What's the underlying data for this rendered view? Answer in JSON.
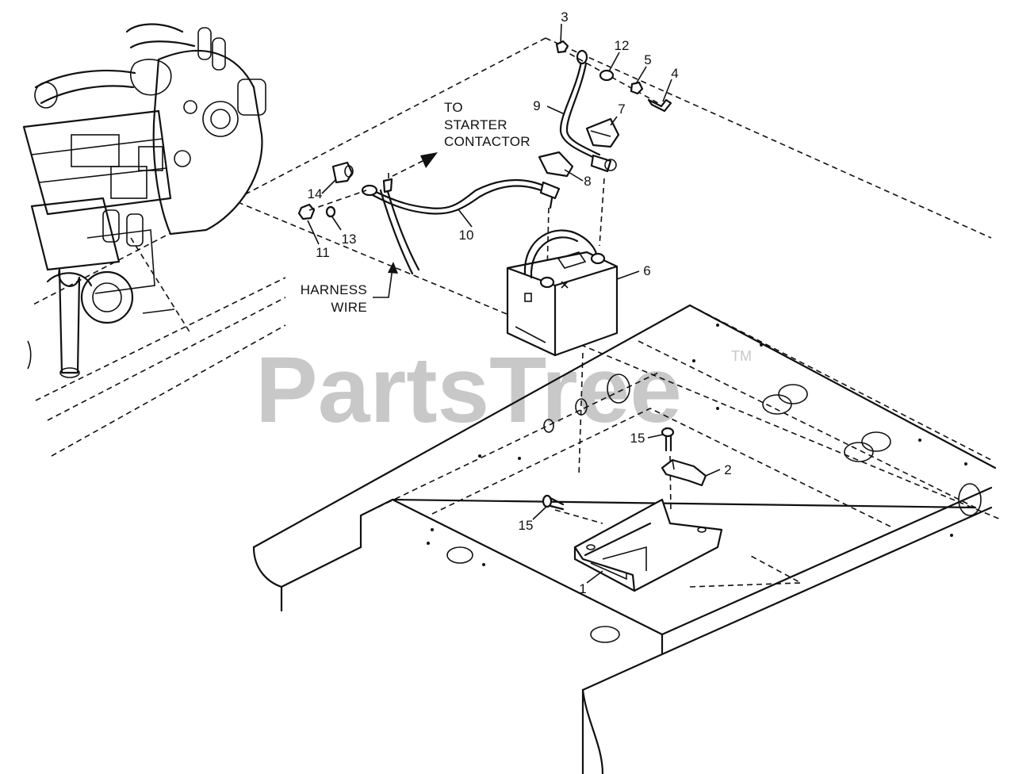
{
  "watermark": {
    "brand": "PartsTree",
    "trademark": "TM",
    "color": "#c8c8c8"
  },
  "notes": {
    "starter_1": "TO",
    "starter_2": "STARTER",
    "starter_3": "CONTACTOR",
    "harness_1": "HARNESS",
    "harness_2": "WIRE"
  },
  "callouts": {
    "c1": "1",
    "c2": "2",
    "c3": "3",
    "c4": "4",
    "c5": "5",
    "c6": "6",
    "c7": "7",
    "c8": "8",
    "c9": "9",
    "c10": "10",
    "c11": "11",
    "c12": "12",
    "c13": "13",
    "c14": "14",
    "c15a": "15",
    "c15b": "15"
  }
}
